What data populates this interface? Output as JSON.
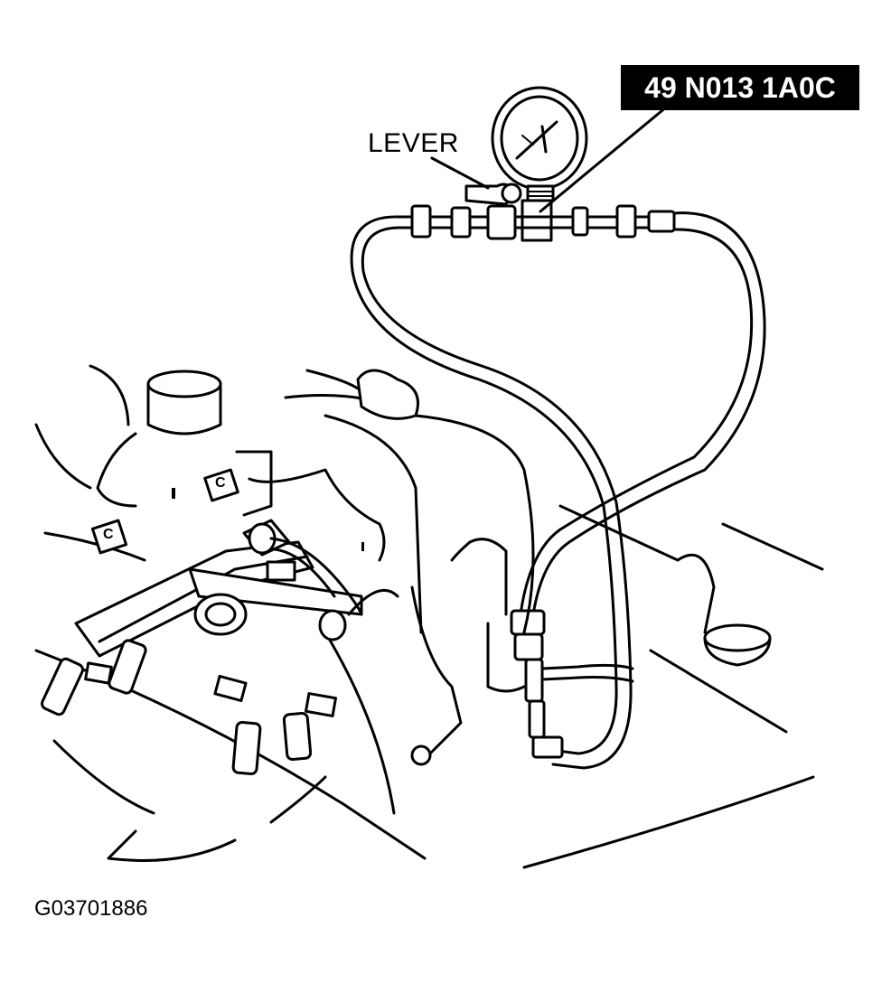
{
  "labels": {
    "lever": "LEVER",
    "tool_number": "49 N013 1A0C",
    "figure_id": "G03701886"
  },
  "parts": {
    "connector_tag": "C"
  }
}
